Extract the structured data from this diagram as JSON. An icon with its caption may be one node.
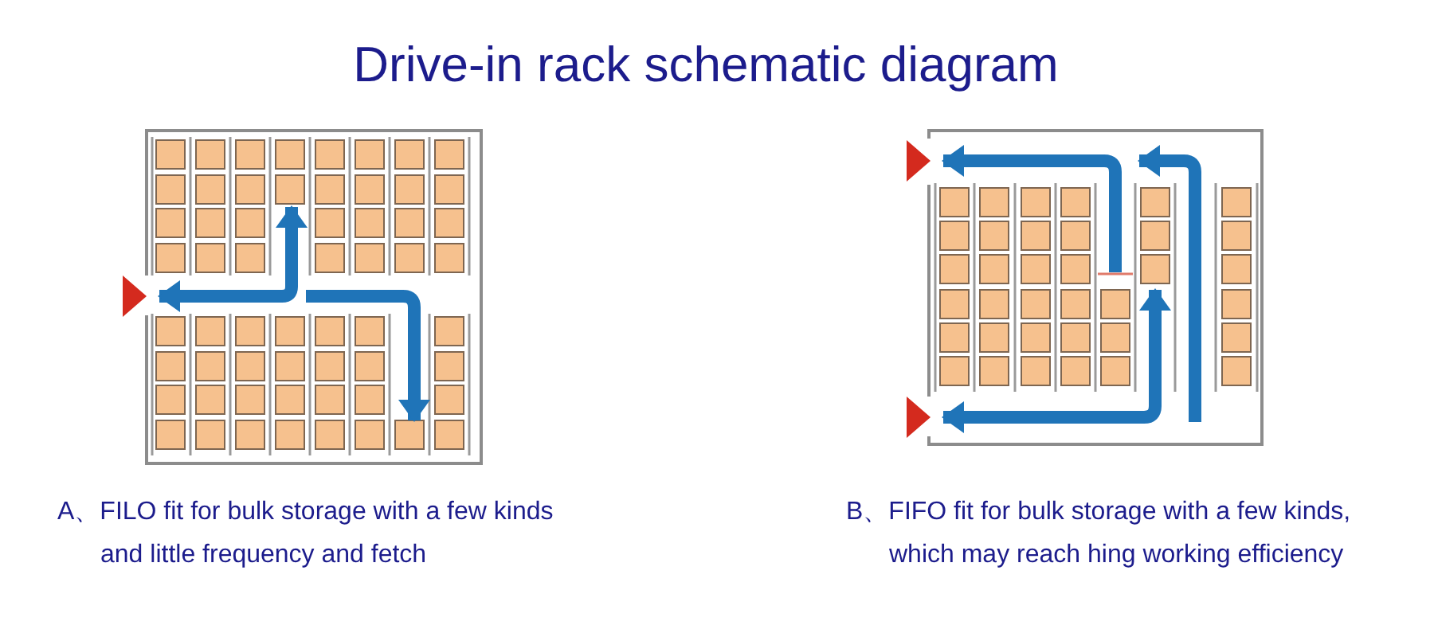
{
  "diagram": {
    "title": "Drive-in rack schematic diagram",
    "labels": [
      "A、FILO fit for bulk storage with a few kinds and little frequency and fetch",
      "B、FIFO fit for bulk storage with a few kinds, which may reach hing working efficiency"
    ]
  }
}
